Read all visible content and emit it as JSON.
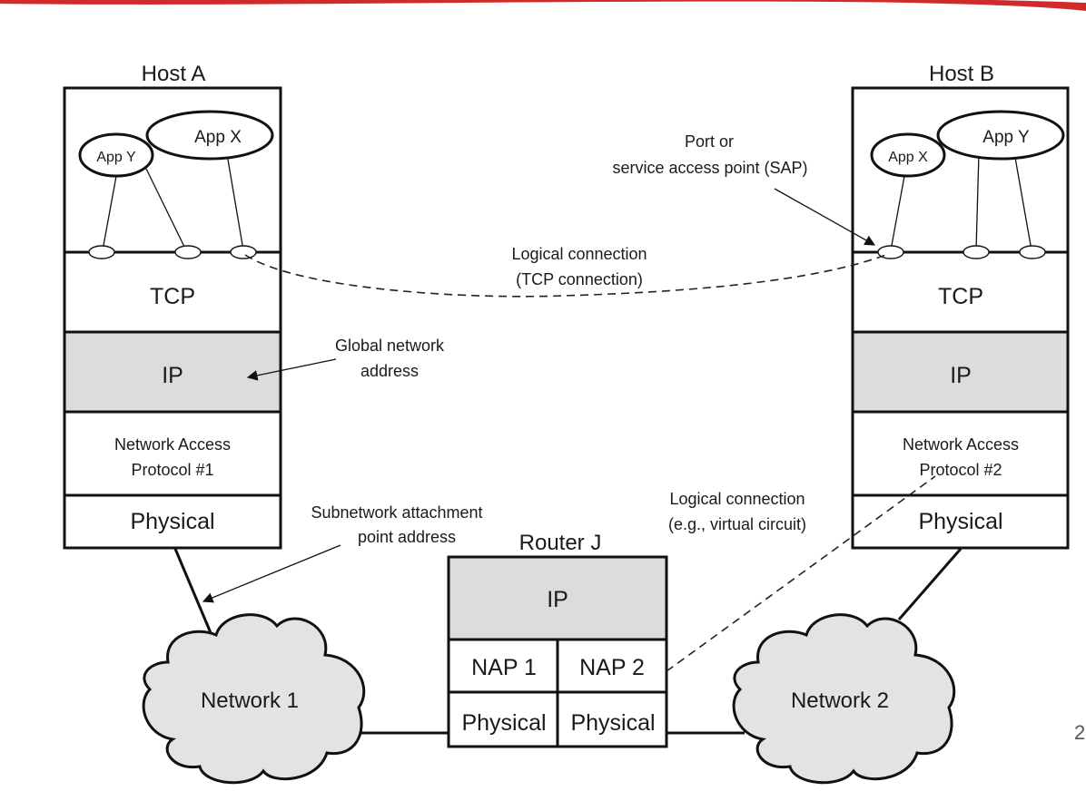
{
  "slide": {
    "page_number": "2",
    "accent_color": "#d12a2a"
  },
  "host_a": {
    "title": "Host A",
    "apps": [
      "App Y",
      "App X"
    ],
    "layers": {
      "tcp": "TCP",
      "ip": "IP",
      "nap_line1": "Network Access",
      "nap_line2": "Protocol #1",
      "physical": "Physical"
    }
  },
  "host_b": {
    "title": "Host B",
    "apps": [
      "App X",
      "App Y"
    ],
    "layers": {
      "tcp": "TCP",
      "ip": "IP",
      "nap_line1": "Network Access",
      "nap_line2": "Protocol #2",
      "physical": "Physical"
    }
  },
  "router": {
    "title": "Router J",
    "ip": "IP",
    "nap1": "NAP 1",
    "nap2": "NAP 2",
    "physical_left": "Physical",
    "physical_right": "Physical"
  },
  "networks": {
    "n1": "Network 1",
    "n2": "Network 2"
  },
  "annotations": {
    "port_line1": "Port or",
    "port_line2": "service access point (SAP)",
    "tcp_conn_line1": "Logical connection",
    "tcp_conn_line2": "(TCP connection)",
    "global_line1": "Global network",
    "global_line2": "address",
    "subnet_line1": "Subnetwork attachment",
    "subnet_line2": "point address",
    "vc_line1": "Logical connection",
    "vc_line2": "(e.g., virtual circuit)"
  },
  "colors": {
    "ip_layer_fill": "#dcdcdc",
    "cloud_fill": "#e3e3e3",
    "line": "#111111"
  }
}
